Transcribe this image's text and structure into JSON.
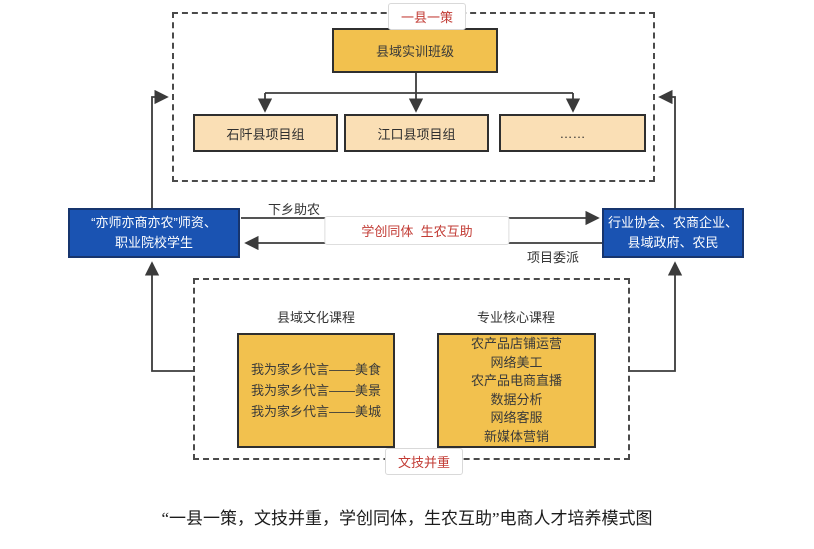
{
  "colors": {
    "gold": "#f2c14e",
    "peach": "#fadfb5",
    "blue": "#1a53b2",
    "red_accent": "#c23b34",
    "line": "#3b3b3b"
  },
  "top_section": {
    "tag": "一县一策",
    "root_box": "县域实训班级",
    "children": [
      "石阡县项目组",
      "江口县项目组",
      "……"
    ]
  },
  "middle": {
    "left_box": {
      "line1": "“亦师亦商亦农”师资、",
      "line2": "职业院校学生"
    },
    "right_box": {
      "line1": "行业协会、农商企业、",
      "line2": "县域政府、农民"
    },
    "arrow_top_label": "下乡助农",
    "arrow_bottom_label": "项目委派",
    "center_label": "学创同体  生农互助"
  },
  "bottom_section": {
    "tag": "文技并重",
    "left_column": {
      "header": "县域文化课程",
      "items": [
        "我为家乡代言——美食",
        "我为家乡代言——美景",
        "我为家乡代言——美城"
      ]
    },
    "right_column": {
      "header": "专业核心课程",
      "items": [
        "农产品店铺运营",
        "网络美工",
        "农产品电商直播",
        "数据分析",
        "网络客服",
        "新媒体营销"
      ]
    }
  },
  "caption": "“一县一策，文技并重，学创同体，生农互助”电商人才培养模式图"
}
